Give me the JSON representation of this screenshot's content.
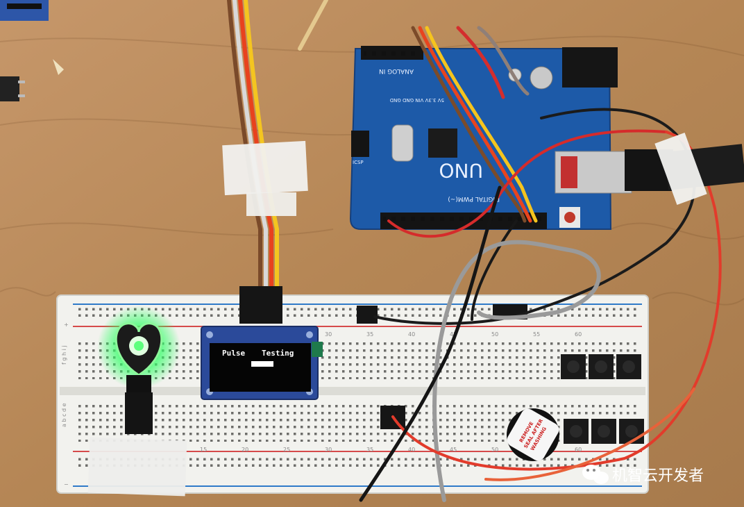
{
  "oled": {
    "line1_left": "Pulse",
    "line1_right": "Testing"
  },
  "arduino": {
    "logo": "UNO",
    "digital_label": "DIGITAL PWM(~)",
    "analog_label": "ANALOG IN",
    "pins_power": "5V  3.3V  VIN  GND  GND",
    "icsp": "ICSP"
  },
  "breadboard": {
    "column_numbers": [
      "15",
      "20",
      "25",
      "30",
      "35",
      "40",
      "45",
      "50",
      "55",
      "60"
    ],
    "row_letters_top": "f g h i j",
    "row_letters_bottom": "a b c d e",
    "plus": "+",
    "minus": "−"
  },
  "buzzer": {
    "label_line1": "REMOVE",
    "label_line2": "SEAL AFTER",
    "label_line3": "WASHING"
  },
  "watermark": {
    "text": "机智云开发者",
    "icon": "wechat-icon"
  },
  "colors": {
    "table": "#b98a5a",
    "arduino_pcb": "#1f5fae",
    "breadboard": "#f1f1ee",
    "heart_led": "#39ff6a",
    "oled_blue": "#2b4a9a"
  }
}
